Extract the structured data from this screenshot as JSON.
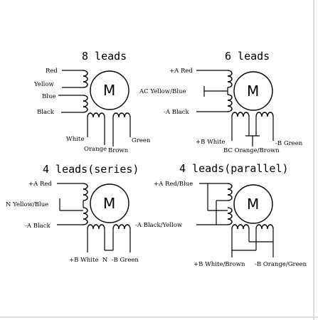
{
  "d8": {
    "title": "8 leads",
    "red": "Red",
    "yellow": "Yellow",
    "blue": "Blue",
    "black": "Black",
    "white": "White",
    "orange": "Orange",
    "brown": "Brown",
    "green": "Green",
    "motor": "M"
  },
  "d6": {
    "title": "6 leads",
    "a_red": "+A Red",
    "ac": "AC Yellow/Blue",
    "a_black": "-A Black",
    "b_white": "+B White",
    "bc": "BC Orange/Brown",
    "b_green": "-B Green",
    "motor": "M"
  },
  "ds": {
    "title": "4 leads(series)",
    "a_red": "+A Red",
    "n": "N Yellow/Blue",
    "a_black": "-A Black",
    "bottom": "+B White  N  -B Green",
    "motor": "M"
  },
  "dp": {
    "title": "4 leads(parallel)",
    "a": "+A Red/Blue",
    "a_neg": "-A Black/Yellow",
    "b": "+B White/Brown",
    "b_neg": "-B Orange/Green",
    "motor": "M"
  },
  "frame": {
    "border_color": "#dcdcdc"
  }
}
